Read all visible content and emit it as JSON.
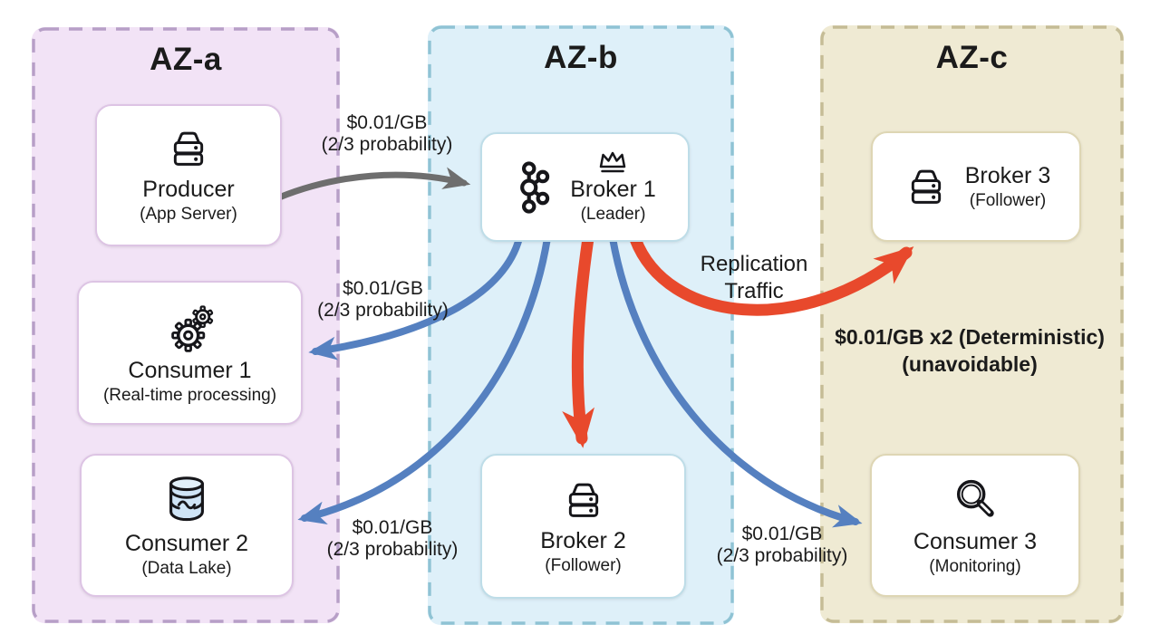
{
  "diagram": {
    "zones": [
      {
        "id": "az-a",
        "title": "AZ-a"
      },
      {
        "id": "az-b",
        "title": "AZ-b"
      },
      {
        "id": "az-c",
        "title": "AZ-c"
      }
    ],
    "nodes": [
      {
        "id": "producer",
        "zone": "AZ-a",
        "label": "Producer",
        "sublabel": "(App Server)",
        "icon": "server-icon"
      },
      {
        "id": "consumer1",
        "zone": "AZ-a",
        "label": "Consumer 1",
        "sublabel": "(Real-time processing)",
        "icon": "gears-icon"
      },
      {
        "id": "consumer2",
        "zone": "AZ-a",
        "label": "Consumer 2",
        "sublabel": "(Data Lake)",
        "icon": "database-icon"
      },
      {
        "id": "broker1",
        "zone": "AZ-b",
        "label": "Broker 1",
        "sublabel": "(Leader)",
        "icon": "kafka-icon",
        "badge": "crown-icon"
      },
      {
        "id": "broker2",
        "zone": "AZ-b",
        "label": "Broker 2",
        "sublabel": "(Follower)",
        "icon": "server-icon"
      },
      {
        "id": "broker3",
        "zone": "AZ-c",
        "label": "Broker 3",
        "sublabel": "(Follower)",
        "icon": "server-icon"
      },
      {
        "id": "consumer3",
        "zone": "AZ-c",
        "label": "Consumer 3",
        "sublabel": "(Monitoring)",
        "icon": "magnifier-icon"
      }
    ],
    "edges": [
      {
        "from": "producer",
        "to": "broker1",
        "type": "produce",
        "color_role": "producer_arrow",
        "label_line1": "$0.01/GB",
        "label_line2": "(2/3 probability)"
      },
      {
        "from": "broker1",
        "to": "consumer1",
        "type": "consume",
        "color_role": "consumer_arrow",
        "label_line1": "$0.01/GB",
        "label_line2": "(2/3 probability)"
      },
      {
        "from": "broker1",
        "to": "consumer2",
        "type": "consume",
        "color_role": "consumer_arrow",
        "label_line1": "$0.01/GB",
        "label_line2": "(2/3 probability)"
      },
      {
        "from": "broker1",
        "to": "broker2",
        "type": "replication",
        "color_role": "replication_arrow",
        "label_line1": "",
        "label_line2": ""
      },
      {
        "from": "broker1",
        "to": "consumer3",
        "type": "consume",
        "color_role": "consumer_arrow",
        "label_line1": "$0.01/GB",
        "label_line2": "(2/3 probability)"
      },
      {
        "from": "broker1",
        "to": "broker3",
        "type": "replication",
        "color_role": "replication_arrow",
        "label_line1": "Replication",
        "label_line2": "Traffic"
      }
    ],
    "annotation": {
      "line1": "$0.01/GB x2 (Deterministic)",
      "line2": "(unavoidable)"
    },
    "colors": {
      "arrow_blue": "#5580c0",
      "arrow_red": "#e8492c",
      "arrow_gray": "#6e6e6e",
      "zone_a_bg": "#f2e3f6",
      "zone_a_border": "#b79fc7",
      "zone_b_bg": "#def0f9",
      "zone_b_border": "#8fc3d4",
      "zone_c_bg": "#efead3",
      "zone_c_border": "#c5bc96"
    }
  }
}
